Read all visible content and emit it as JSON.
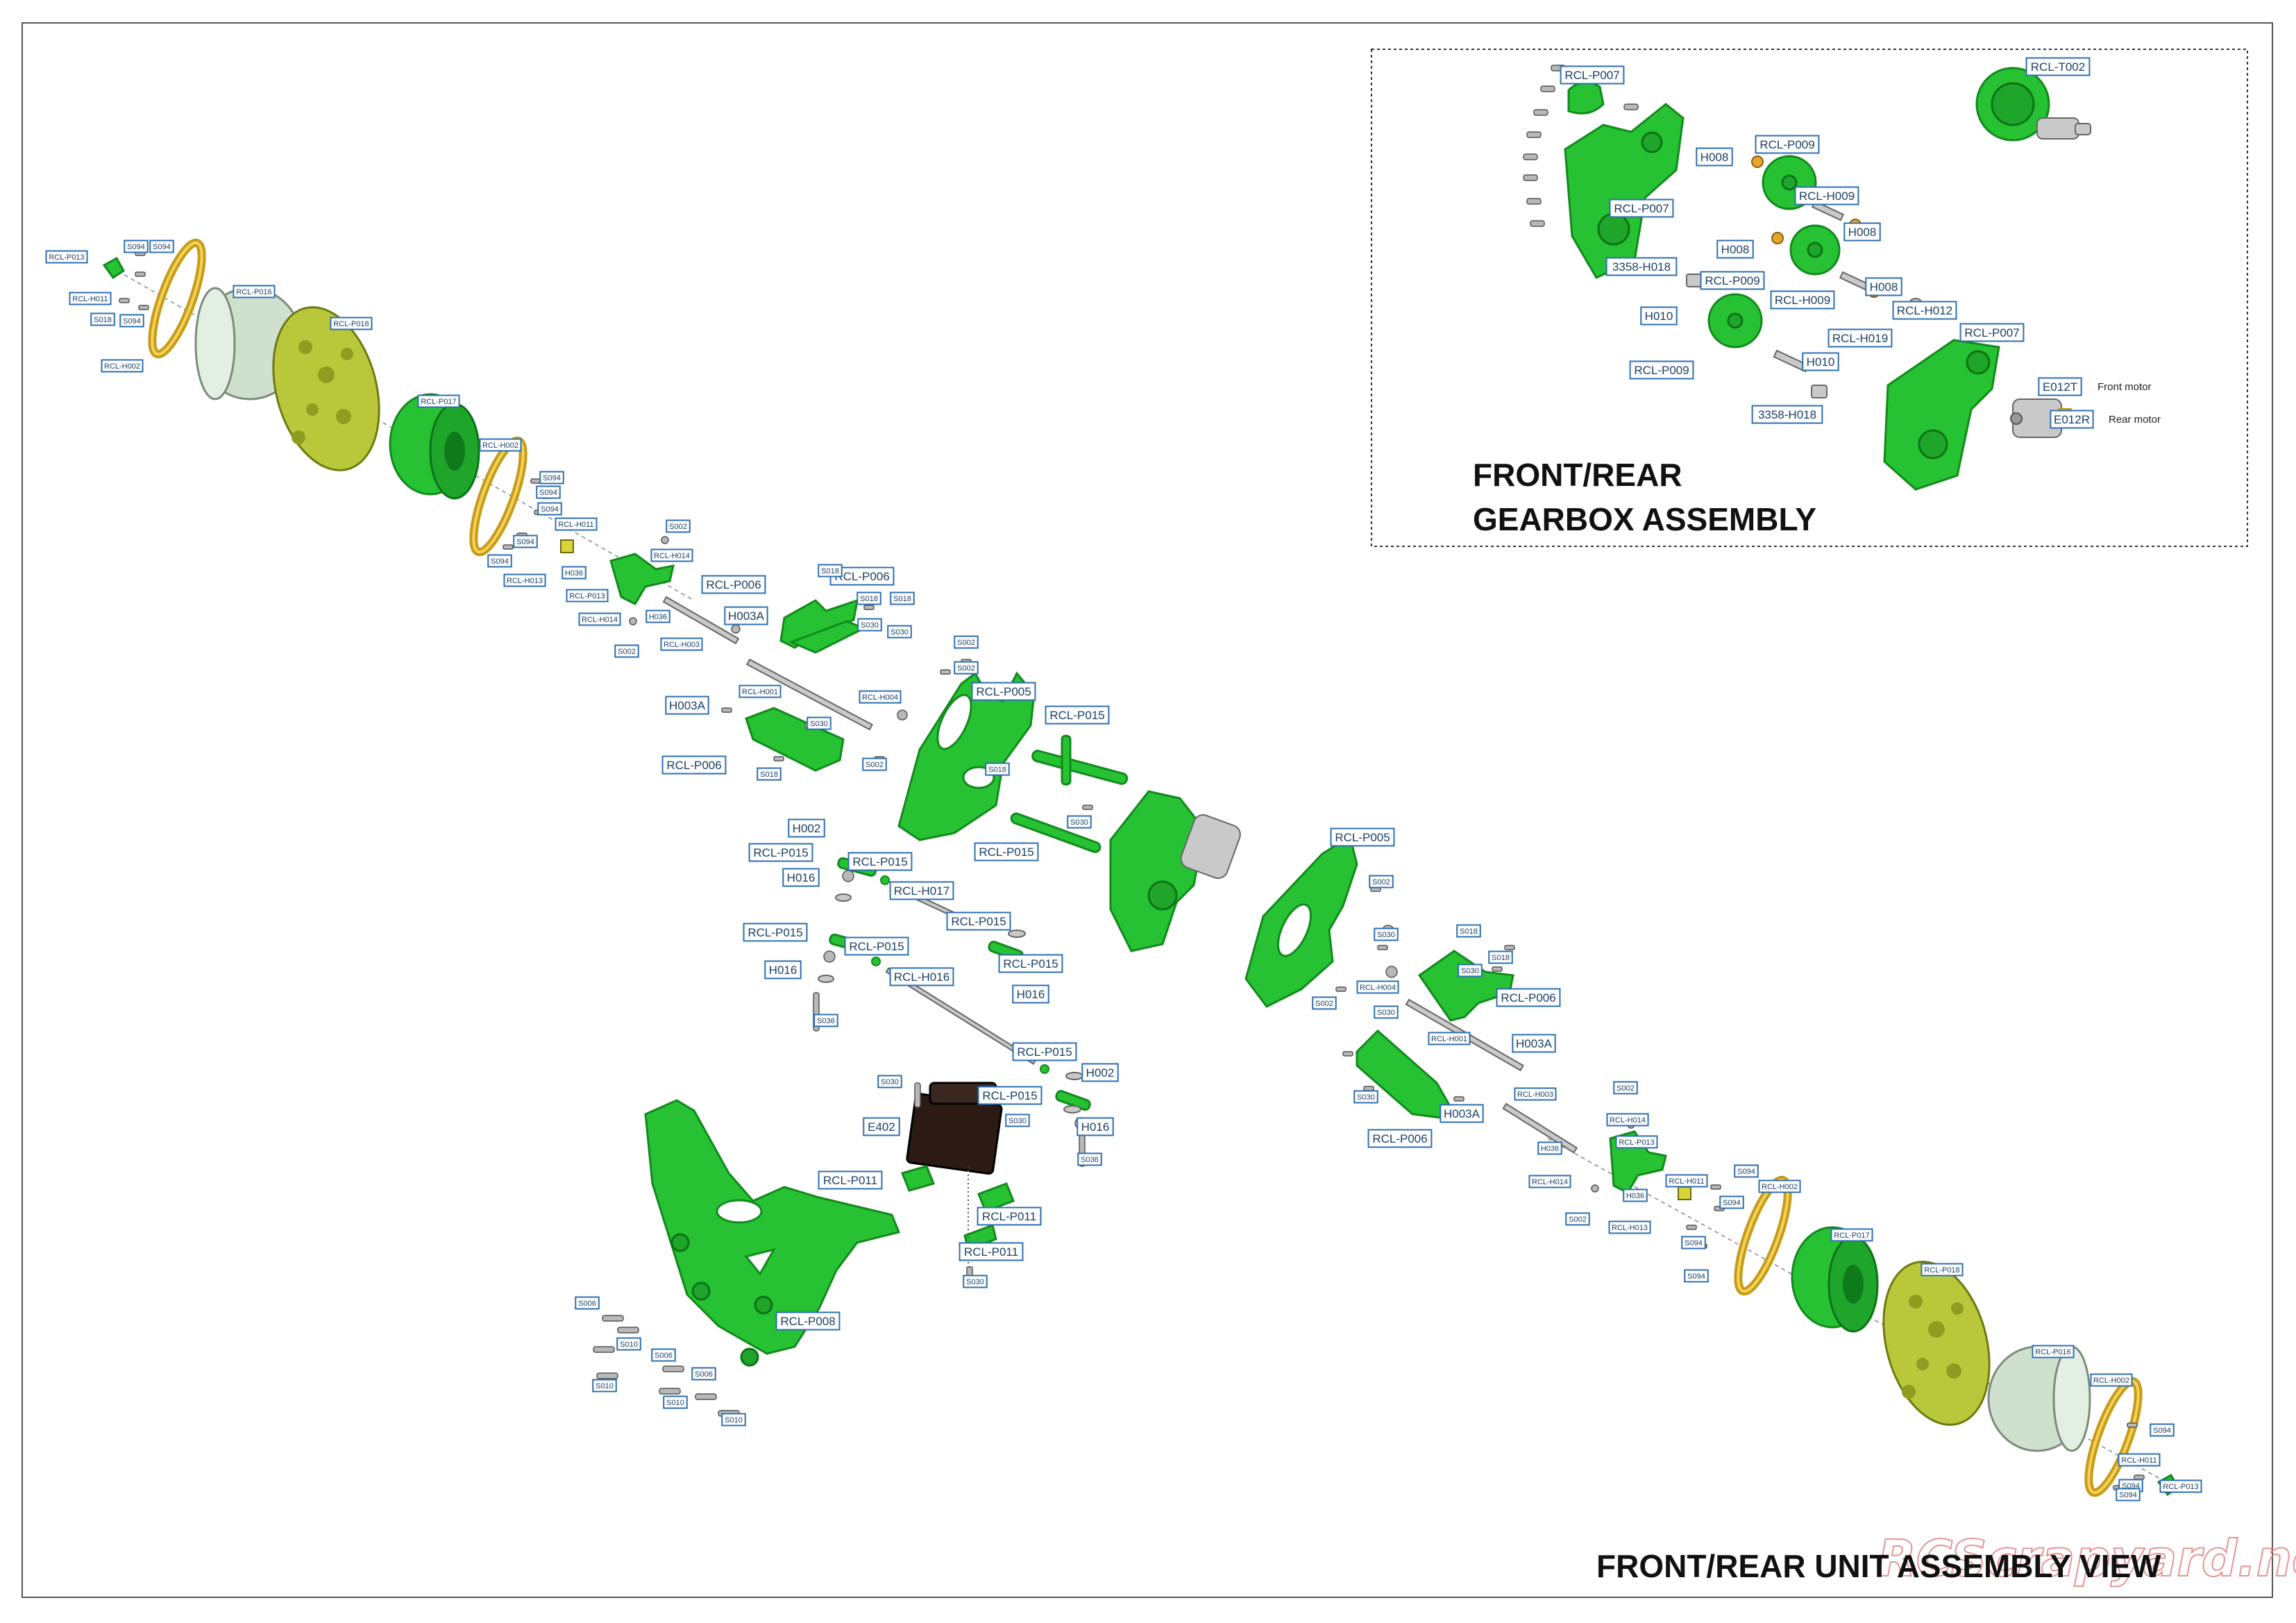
{
  "titles": {
    "gearbox_line1": "FRONT/REAR",
    "gearbox_line2": "GEARBOX ASSEMBLY",
    "main": "FRONT/REAR UNIT ASSEMBLY VIEW",
    "watermark": "RCScrapyard.net"
  },
  "motor_notes": {
    "front": "Front motor",
    "rear": "Rear motor"
  },
  "labels": {
    "gb_p007_top": "RCL-P007",
    "gb_t002": "RCL-T002",
    "gb_h008_a": "H008",
    "gb_p009_a": "RCL-P009",
    "gb_h009_a": "RCL-H009",
    "gb_p007_mid": "RCL-P007",
    "gb_h008_b": "H008",
    "gb_h008_c": "H008",
    "gb_h018_a": "3358-H018",
    "gb_p009_b": "RCL-P009",
    "gb_h008_d": "H008",
    "gb_h009_b": "RCL-H009",
    "gb_h010_a": "H010",
    "gb_h012": "RCL-H012",
    "gb_p007_r": "RCL-P007",
    "gb_h019": "RCL-H019",
    "gb_h010_b": "H010",
    "gb_p009_c": "RCL-P009",
    "gb_e012t": "E012T",
    "gb_e012r": "E012R",
    "gb_h018_b": "3358-H018",
    "w1_p013": "RCL-P013",
    "w1_s094a": "S094",
    "w1_s094b": "S094",
    "w1_h011": "RCL-H011",
    "w1_s018": "S018",
    "w1_s094c": "S094",
    "w1_h002": "RCL-H002",
    "w1_p016": "RCL-P016",
    "w1_p018": "RCL-P018",
    "w1_p017": "RCL-P017",
    "w1_h002b": "RCL-H002",
    "w1_s094d": "S094",
    "w1_s094e": "S094",
    "w1_s094f": "S094",
    "w1_h011b": "RCL-H011",
    "w1_s094g": "S094",
    "w1_s094h": "S094",
    "w1_h013": "RCL-H013",
    "w1_h036": "H036",
    "w1_p013b": "RCL-P013",
    "w1_s002": "S002",
    "w1_h014": "RCL-H014",
    "w1_h014b": "RCL-H014",
    "w1_h036b": "H036",
    "w1_s002b": "S002",
    "w1_h003": "RCL-H003",
    "a_p006": "RCL-P006",
    "a_p006b": "RCL-P006",
    "a_s018a": "S018",
    "a_s018b": "S018",
    "a_s018c": "S018",
    "a_h003a": "H003A",
    "a_s030a": "S030",
    "a_s030b": "S030",
    "a_s002a": "S002",
    "a_s002b": "S002",
    "a_h001": "RCL-H001",
    "a_h004": "RCL-H004",
    "a_p005": "RCL-P005",
    "a_h003a2": "H003A",
    "a_s030c": "S030",
    "a_p006c": "RCL-P006",
    "a_s018d": "S018",
    "a_s002c": "S002",
    "a_s018e": "S018",
    "a_p015": "RCL-P015",
    "a_s030d": "S030",
    "a_p015b": "RCL-P015",
    "s_h002": "H002",
    "s_p015a": "RCL-P015",
    "s_p015b": "RCL-P015",
    "s_h016a": "H016",
    "s_h017": "RCL-H017",
    "s_p015c": "RCL-P015",
    "s_p015d": "RCL-P015",
    "s_p015e": "RCL-P015",
    "s_p015f": "RCL-P015",
    "s_h016b": "H016",
    "s_h016c": "RCL-H016",
    "s_h016d": "H016",
    "s_s036": "S036",
    "s_p015g": "RCL-P015",
    "s_h002b": "H002",
    "s_s030": "S030",
    "s_s030b": "S030",
    "s_p015h": "RCL-P015",
    "s_e402": "E402",
    "s_h016e": "H016",
    "s_s036b": "S036",
    "s_p011a": "RCL-P011",
    "s_p011b": "RCL-P011",
    "s_p011c": "RCL-P011",
    "s_s030c": "S030",
    "b_p008": "RCL-P008",
    "b_s006a": "S006",
    "b_s010a": "S010",
    "b_s006b": "S006",
    "b_s010b": "S010",
    "b_s006c": "S006",
    "b_s010c": "S010",
    "b_s010d": "S010",
    "r_p005": "RCL-P005",
    "r_s002a": "S002",
    "r_s030a": "S030",
    "r_h004": "RCL-H004",
    "r_s002b": "S002",
    "r_s018a": "S018",
    "r_s030b": "S030",
    "r_s018b": "S018",
    "r_p006a": "RCL-P006",
    "r_s030c": "S030",
    "r_h001": "RCL-H001",
    "r_h003a": "H003A",
    "r_s030d": "S030",
    "r_h003a2": "H003A",
    "r_p006b": "RCL-P006",
    "r_h003": "RCL-H003",
    "r_s002c": "S002",
    "r_h014": "RCL-H014",
    "r_p013": "RCL-P013",
    "r_h036": "H036",
    "r_h014b": "RCL-H014",
    "r_s002d": "S002",
    "r_h011": "RCL-H011",
    "r_s094a": "S094",
    "r_h002": "RCL-H002",
    "r_h036b": "H036",
    "r_h013": "RCL-H013",
    "r_s094b": "S094",
    "r_s094c": "S094",
    "r_s094d": "S094",
    "r_p017": "RCL-P017",
    "r_p018": "RCL-P018",
    "r_p016": "RCL-P016",
    "r_h002b": "RCL-H002",
    "r_s094e": "S094",
    "r_h011b": "RCL-H011",
    "r_s094f": "S094",
    "r_p013b": "RCL-P013",
    "r_s094g": "S094"
  }
}
